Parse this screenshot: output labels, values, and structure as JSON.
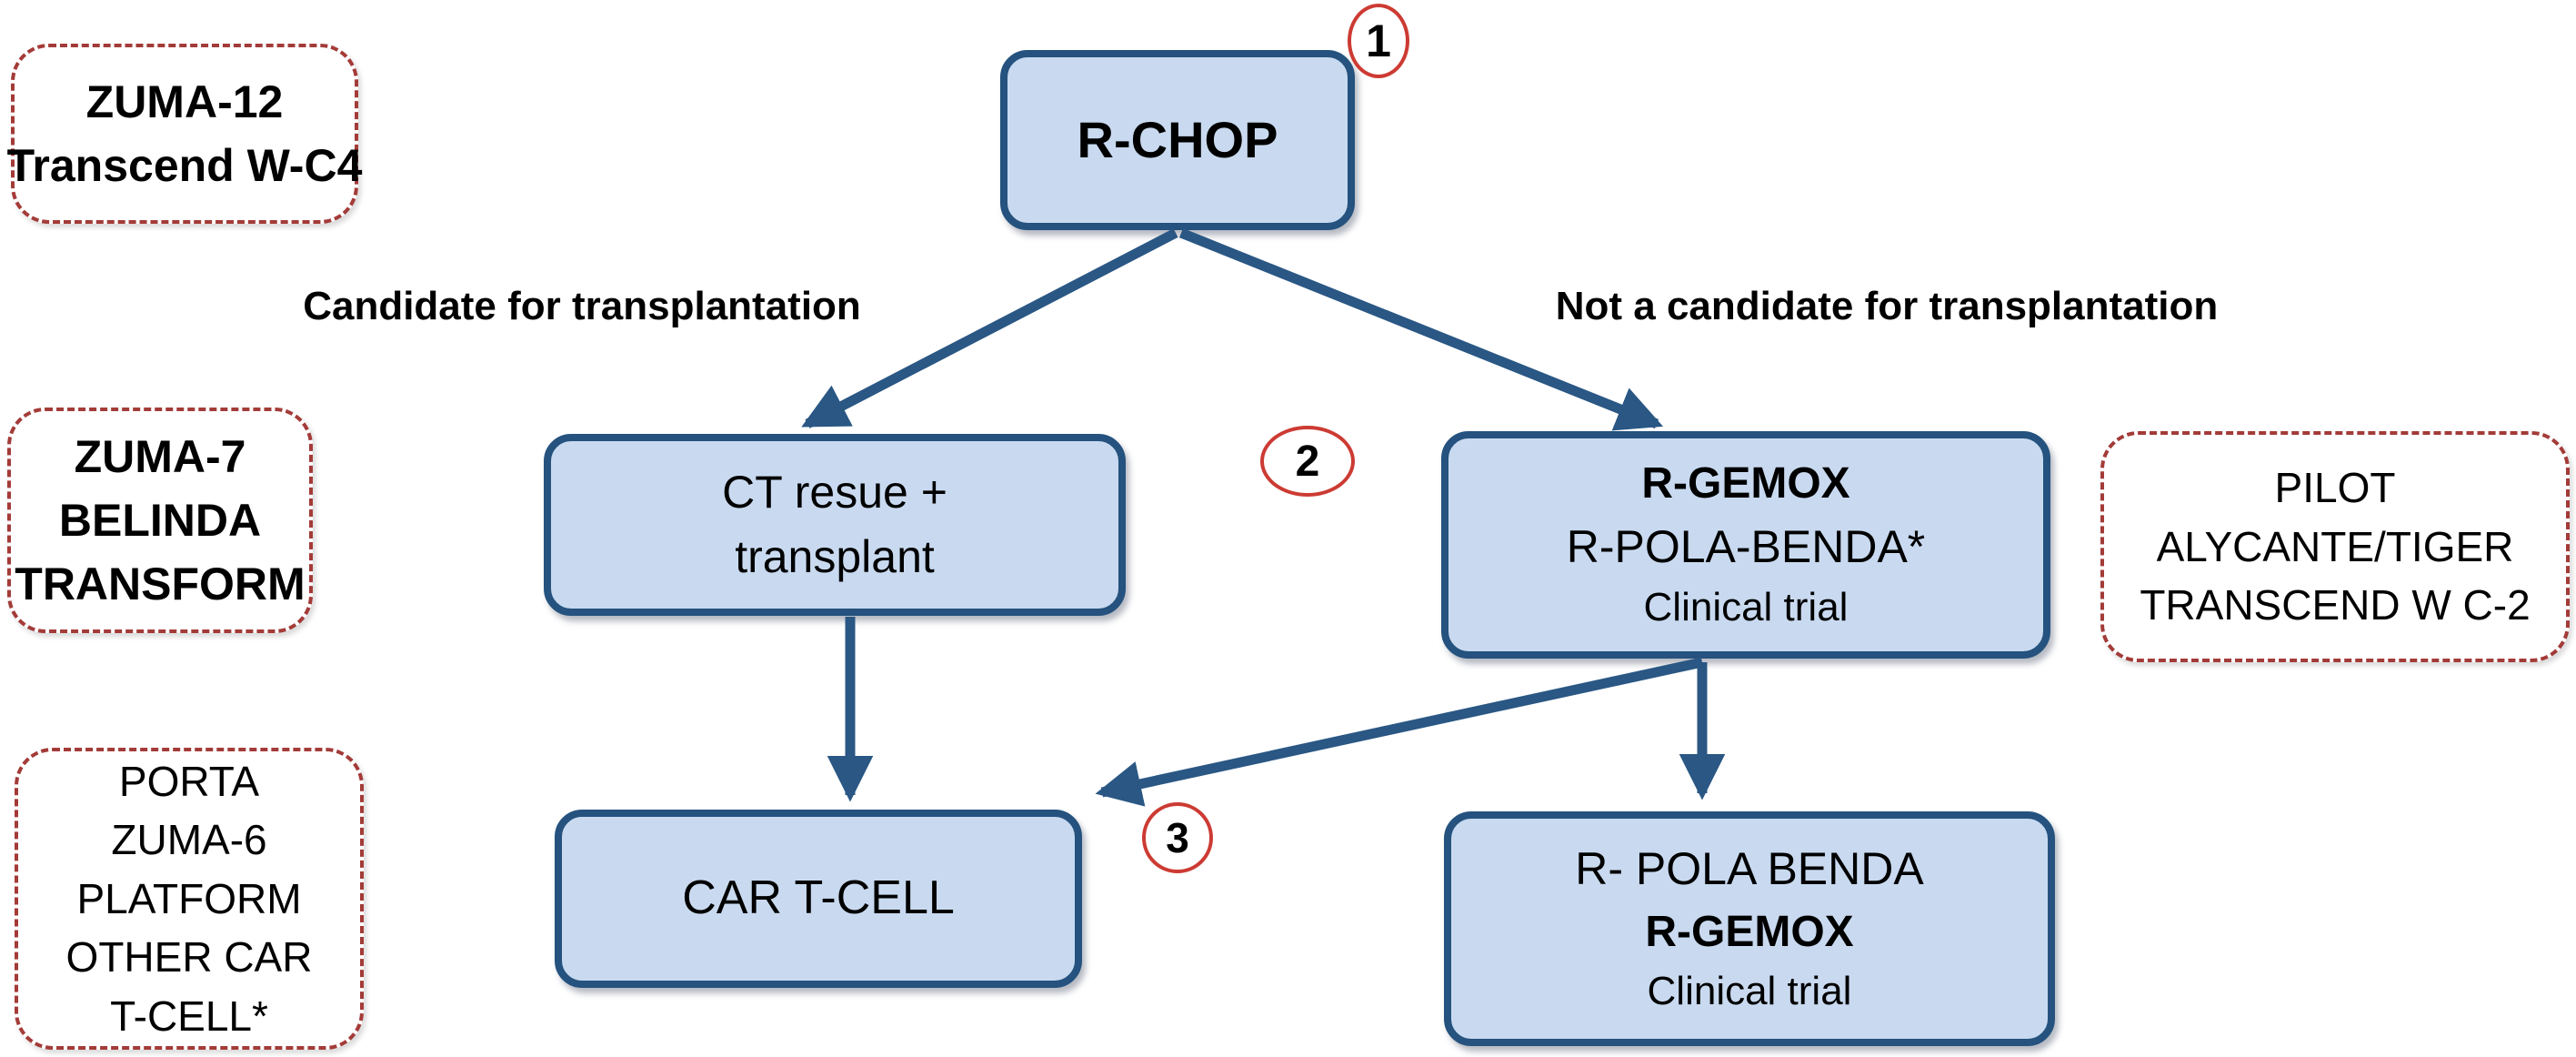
{
  "colors": {
    "box_fill": "#c9daf0",
    "box_border": "#25527e",
    "arrow": "#2a5784",
    "dashed_border": "#a33b38",
    "badge_border": "#cc3b33",
    "text_color": "#000000"
  },
  "steps": {
    "one": "1",
    "two": "2",
    "three": "3"
  },
  "branch_labels": {
    "left": "Candidate for transplantation",
    "right": "Not a candidate for transplantation"
  },
  "treatment_boxes": {
    "first_line": {
      "lines": [
        "R-CHOP"
      ]
    },
    "ct_rescue": {
      "lines": [
        "CT resue +",
        "transplant"
      ]
    },
    "second_line_no_transplant": {
      "lines": [
        "R-GEMOX",
        "R-POLA-BENDA*",
        "Clinical trial"
      ]
    },
    "car_t_cell": {
      "lines": [
        "CAR T-CELL"
      ]
    },
    "third_line_no_transplant": {
      "lines": [
        "R- POLA BENDA",
        "R-GEMOX",
        "Clinical trial"
      ]
    }
  },
  "trial_boxes": {
    "first_line_trials": {
      "lines": [
        "ZUMA-12",
        "Transcend W-C4"
      ]
    },
    "transplant_trials": {
      "lines": [
        "ZUMA-7",
        "BELINDA",
        "TRANSFORM"
      ]
    },
    "no_transplant_trials": {
      "lines": [
        "PILOT",
        "ALYCANTE/TIGER",
        "TRANSCEND W C-2"
      ]
    },
    "third_line_trials": {
      "lines": [
        "PORTA",
        "ZUMA-6",
        "PLATFORM",
        "OTHER CAR",
        "T-CELL*"
      ]
    }
  }
}
